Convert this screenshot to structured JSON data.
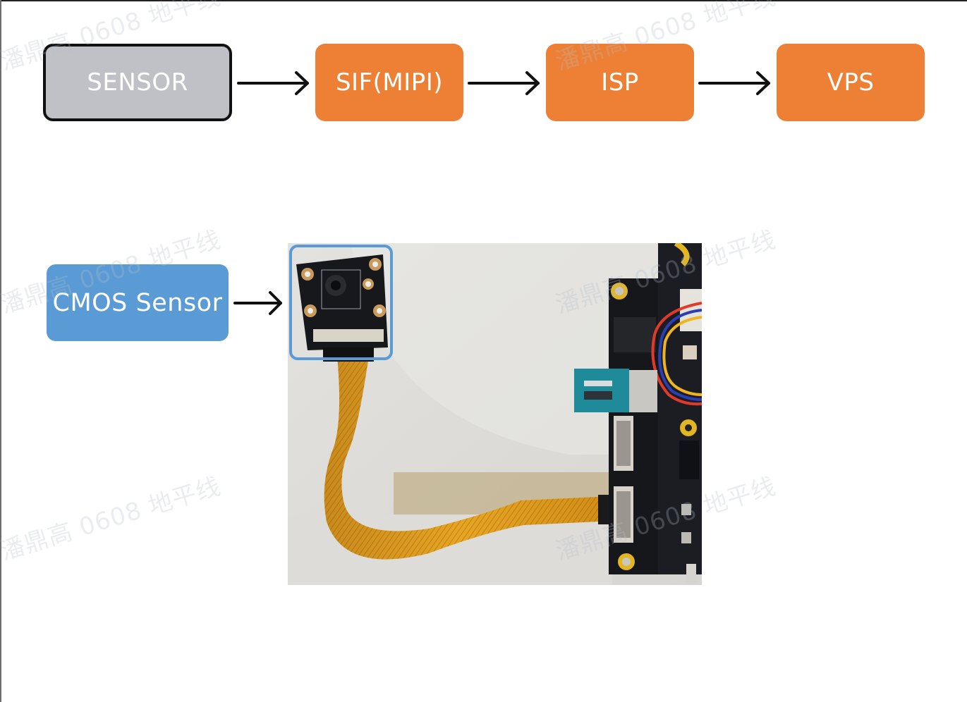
{
  "pipeline": {
    "nodes": [
      {
        "label": "SENSOR",
        "color": "#bfc1c6"
      },
      {
        "label": "SIF(MIPI)",
        "color": "#ee8035"
      },
      {
        "label": "ISP",
        "color": "#ee8035"
      },
      {
        "label": "VPS",
        "color": "#ee8035"
      }
    ]
  },
  "hardware": {
    "sensor_label": "CMOS Sensor",
    "sensor_color": "#5b9bd5",
    "photo_description": "Camera module connected via flexible ribbon cable to a development board MIPI connector",
    "highlight_color": "#5b9bd5"
  },
  "watermark": {
    "text": "潘鼎高 0608 地平线"
  }
}
